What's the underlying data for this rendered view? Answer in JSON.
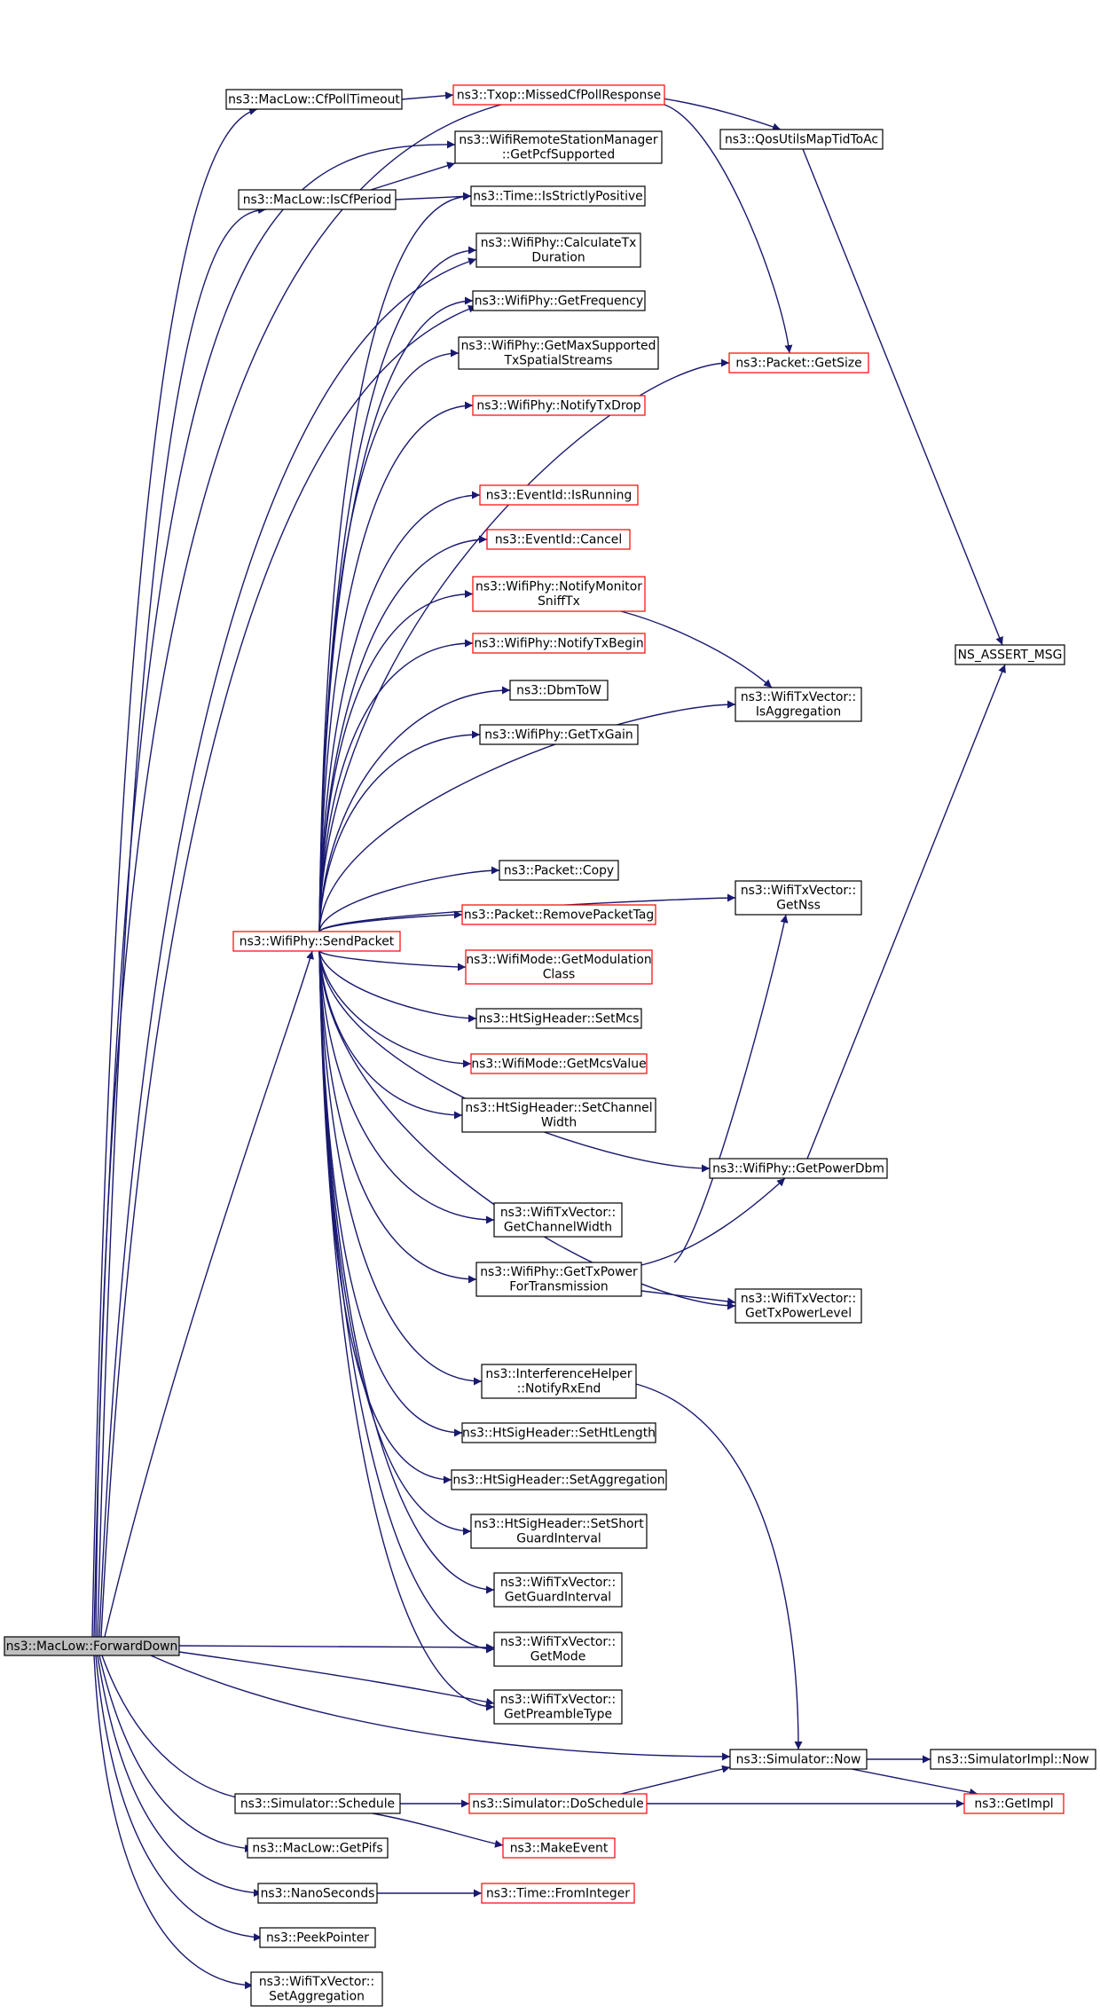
{
  "diagram": {
    "kind": "call-graph",
    "colors": {
      "edge": "#191970",
      "node_border_default": "#000000",
      "node_border_truncated": "#ff0000",
      "node_fill_root": "#bfbfbf",
      "node_fill": "#ffffff",
      "text": "#000000"
    },
    "nodes": [
      {
        "id": "root",
        "lines": [
          "ns3::MacLow::ForwardDown"
        ],
        "style": "root"
      },
      {
        "id": "cfpolltimeout",
        "lines": [
          "ns3::MacLow::CfPollTimeout"
        ],
        "style": "normal"
      },
      {
        "id": "missedcfpoll",
        "lines": [
          "ns3::Txop::MissedCfPollResponse"
        ],
        "style": "truncated"
      },
      {
        "id": "qosutils",
        "lines": [
          "ns3::QosUtilsMapTidToAc"
        ],
        "style": "normal"
      },
      {
        "id": "getpcf",
        "lines": [
          "ns3::WifiRemoteStationManager",
          "::GetPcfSupported"
        ],
        "style": "normal"
      },
      {
        "id": "iscfperiod",
        "lines": [
          "ns3::MacLow::IsCfPeriod"
        ],
        "style": "normal"
      },
      {
        "id": "strictlypos",
        "lines": [
          "ns3::Time::IsStrictlyPositive"
        ],
        "style": "normal"
      },
      {
        "id": "calctx",
        "lines": [
          "ns3::WifiPhy::CalculateTx",
          "Duration"
        ],
        "style": "normal"
      },
      {
        "id": "getfreq",
        "lines": [
          "ns3::WifiPhy::GetFrequency"
        ],
        "style": "normal"
      },
      {
        "id": "getmaxss",
        "lines": [
          "ns3::WifiPhy::GetMaxSupported",
          "TxSpatialStreams"
        ],
        "style": "normal"
      },
      {
        "id": "getsize",
        "lines": [
          "ns3::Packet::GetSize"
        ],
        "style": "truncated"
      },
      {
        "id": "notifytxdrop",
        "lines": [
          "ns3::WifiPhy::NotifyTxDrop"
        ],
        "style": "truncated"
      },
      {
        "id": "isrunning",
        "lines": [
          "ns3::EventId::IsRunning"
        ],
        "style": "truncated"
      },
      {
        "id": "cancel",
        "lines": [
          "ns3::EventId::Cancel"
        ],
        "style": "truncated"
      },
      {
        "id": "notifymon",
        "lines": [
          "ns3::WifiPhy::NotifyMonitor",
          "SniffTx"
        ],
        "style": "truncated"
      },
      {
        "id": "nsassert",
        "lines": [
          "NS_ASSERT_MSG"
        ],
        "style": "normal"
      },
      {
        "id": "notifytxbegin",
        "lines": [
          "ns3::WifiPhy::NotifyTxBegin"
        ],
        "style": "truncated"
      },
      {
        "id": "isaggregation",
        "lines": [
          "ns3::WifiTxVector::",
          "IsAggregation"
        ],
        "style": "normal"
      },
      {
        "id": "dbmtow",
        "lines": [
          "ns3::DbmToW"
        ],
        "style": "normal"
      },
      {
        "id": "gettxgain",
        "lines": [
          "ns3::WifiPhy::GetTxGain"
        ],
        "style": "normal"
      },
      {
        "id": "copy",
        "lines": [
          "ns3::Packet::Copy"
        ],
        "style": "normal"
      },
      {
        "id": "getnss",
        "lines": [
          "ns3::WifiTxVector::",
          "GetNss"
        ],
        "style": "normal"
      },
      {
        "id": "sendpacket",
        "lines": [
          "ns3::WifiPhy::SendPacket"
        ],
        "style": "truncated"
      },
      {
        "id": "removetag",
        "lines": [
          "ns3::Packet::RemovePacketTag"
        ],
        "style": "truncated"
      },
      {
        "id": "getmodclass",
        "lines": [
          "ns3::WifiMode::GetModulation",
          "Class"
        ],
        "style": "truncated"
      },
      {
        "id": "setmcs",
        "lines": [
          "ns3::HtSigHeader::SetMcs"
        ],
        "style": "normal"
      },
      {
        "id": "getmcsvalue",
        "lines": [
          "ns3::WifiMode::GetMcsValue"
        ],
        "style": "truncated"
      },
      {
        "id": "setchanwidth",
        "lines": [
          "ns3::HtSigHeader::SetChannel",
          "Width"
        ],
        "style": "normal"
      },
      {
        "id": "getpowerdbm",
        "lines": [
          "ns3::WifiPhy::GetPowerDbm"
        ],
        "style": "normal"
      },
      {
        "id": "getchanwidth",
        "lines": [
          "ns3::WifiTxVector::",
          "GetChannelWidth"
        ],
        "style": "normal"
      },
      {
        "id": "gettxpower",
        "lines": [
          "ns3::WifiPhy::GetTxPower",
          "ForTransmission"
        ],
        "style": "normal"
      },
      {
        "id": "gettxpowerlevel",
        "lines": [
          "ns3::WifiTxVector::",
          "GetTxPowerLevel"
        ],
        "style": "normal"
      },
      {
        "id": "notifyrxend",
        "lines": [
          "ns3::InterferenceHelper",
          "::NotifyRxEnd"
        ],
        "style": "normal"
      },
      {
        "id": "sethtlength",
        "lines": [
          "ns3::HtSigHeader::SetHtLength"
        ],
        "style": "normal"
      },
      {
        "id": "setaggregation_h",
        "lines": [
          "ns3::HtSigHeader::SetAggregation"
        ],
        "style": "normal"
      },
      {
        "id": "setshortgi",
        "lines": [
          "ns3::HtSigHeader::SetShort",
          "GuardInterval"
        ],
        "style": "normal"
      },
      {
        "id": "getgi",
        "lines": [
          "ns3::WifiTxVector::",
          "GetGuardInterval"
        ],
        "style": "normal"
      },
      {
        "id": "getmode",
        "lines": [
          "ns3::WifiTxVector::",
          "GetMode"
        ],
        "style": "normal"
      },
      {
        "id": "getpreamble",
        "lines": [
          "ns3::WifiTxVector::",
          "GetPreambleType"
        ],
        "style": "normal"
      },
      {
        "id": "simnow",
        "lines": [
          "ns3::Simulator::Now"
        ],
        "style": "normal"
      },
      {
        "id": "simimplnow",
        "lines": [
          "ns3::SimulatorImpl::Now"
        ],
        "style": "normal"
      },
      {
        "id": "simschedule",
        "lines": [
          "ns3::Simulator::Schedule"
        ],
        "style": "normal"
      },
      {
        "id": "doschedule",
        "lines": [
          "ns3::Simulator::DoSchedule"
        ],
        "style": "truncated"
      },
      {
        "id": "getimpl",
        "lines": [
          "ns3::GetImpl"
        ],
        "style": "truncated"
      },
      {
        "id": "getpifs",
        "lines": [
          "ns3::MacLow::GetPifs"
        ],
        "style": "normal"
      },
      {
        "id": "makeevent",
        "lines": [
          "ns3::MakeEvent"
        ],
        "style": "truncated"
      },
      {
        "id": "nanoseconds",
        "lines": [
          "ns3::NanoSeconds"
        ],
        "style": "normal"
      },
      {
        "id": "frominteger",
        "lines": [
          "ns3::Time::FromInteger"
        ],
        "style": "truncated"
      },
      {
        "id": "peekpointer",
        "lines": [
          "ns3::PeekPointer"
        ],
        "style": "normal"
      },
      {
        "id": "setaggregation_v",
        "lines": [
          "ns3::WifiTxVector::",
          "SetAggregation"
        ],
        "style": "normal"
      }
    ],
    "edges": [
      [
        "root",
        "cfpolltimeout"
      ],
      [
        "root",
        "qosutils"
      ],
      [
        "root",
        "getpcf"
      ],
      [
        "root",
        "iscfperiod"
      ],
      [
        "root",
        "calctx"
      ],
      [
        "root",
        "getfreq"
      ],
      [
        "root",
        "sendpacket"
      ],
      [
        "root",
        "getmode"
      ],
      [
        "root",
        "getpreamble"
      ],
      [
        "root",
        "simnow"
      ],
      [
        "root",
        "simschedule"
      ],
      [
        "root",
        "getpifs"
      ],
      [
        "root",
        "nanoseconds"
      ],
      [
        "root",
        "peekpointer"
      ],
      [
        "root",
        "setaggregation_v"
      ],
      [
        "cfpolltimeout",
        "missedcfpoll"
      ],
      [
        "missedcfpoll",
        "getsize"
      ],
      [
        "iscfperiod",
        "getpcf"
      ],
      [
        "iscfperiod",
        "strictlypos"
      ],
      [
        "qosutils",
        "nsassert"
      ],
      [
        "notifymon",
        "isaggregation"
      ],
      [
        "sendpacket",
        "strictlypos"
      ],
      [
        "sendpacket",
        "calctx"
      ],
      [
        "sendpacket",
        "getfreq"
      ],
      [
        "sendpacket",
        "getmaxss"
      ],
      [
        "sendpacket",
        "notifytxdrop"
      ],
      [
        "sendpacket",
        "getsize"
      ],
      [
        "sendpacket",
        "isrunning"
      ],
      [
        "sendpacket",
        "cancel"
      ],
      [
        "sendpacket",
        "notifymon"
      ],
      [
        "sendpacket",
        "notifytxbegin"
      ],
      [
        "sendpacket",
        "dbmtow"
      ],
      [
        "sendpacket",
        "gettxgain"
      ],
      [
        "sendpacket",
        "isaggregation"
      ],
      [
        "sendpacket",
        "copy"
      ],
      [
        "sendpacket",
        "getnss"
      ],
      [
        "sendpacket",
        "removetag"
      ],
      [
        "sendpacket",
        "getmodclass"
      ],
      [
        "sendpacket",
        "setmcs"
      ],
      [
        "sendpacket",
        "getmcsvalue"
      ],
      [
        "sendpacket",
        "setchanwidth"
      ],
      [
        "sendpacket",
        "getpowerdbm"
      ],
      [
        "sendpacket",
        "getchanwidth"
      ],
      [
        "sendpacket",
        "gettxpower"
      ],
      [
        "sendpacket",
        "gettxpowerlevel"
      ],
      [
        "sendpacket",
        "notifyrxend"
      ],
      [
        "sendpacket",
        "sethtlength"
      ],
      [
        "sendpacket",
        "setaggregation_h"
      ],
      [
        "sendpacket",
        "setshortgi"
      ],
      [
        "sendpacket",
        "getgi"
      ],
      [
        "sendpacket",
        "getmode"
      ],
      [
        "sendpacket",
        "getpreamble"
      ],
      [
        "gettxpower",
        "getnss"
      ],
      [
        "gettxpower",
        "getpowerdbm"
      ],
      [
        "gettxpower",
        "gettxpowerlevel"
      ],
      [
        "getpowerdbm",
        "nsassert"
      ],
      [
        "notifyrxend",
        "simnow"
      ],
      [
        "simnow",
        "simimplnow"
      ],
      [
        "simnow",
        "getimpl"
      ],
      [
        "simschedule",
        "doschedule"
      ],
      [
        "simschedule",
        "makeevent"
      ],
      [
        "doschedule",
        "simnow"
      ],
      [
        "doschedule",
        "getimpl"
      ],
      [
        "nanoseconds",
        "frominteger"
      ]
    ]
  }
}
